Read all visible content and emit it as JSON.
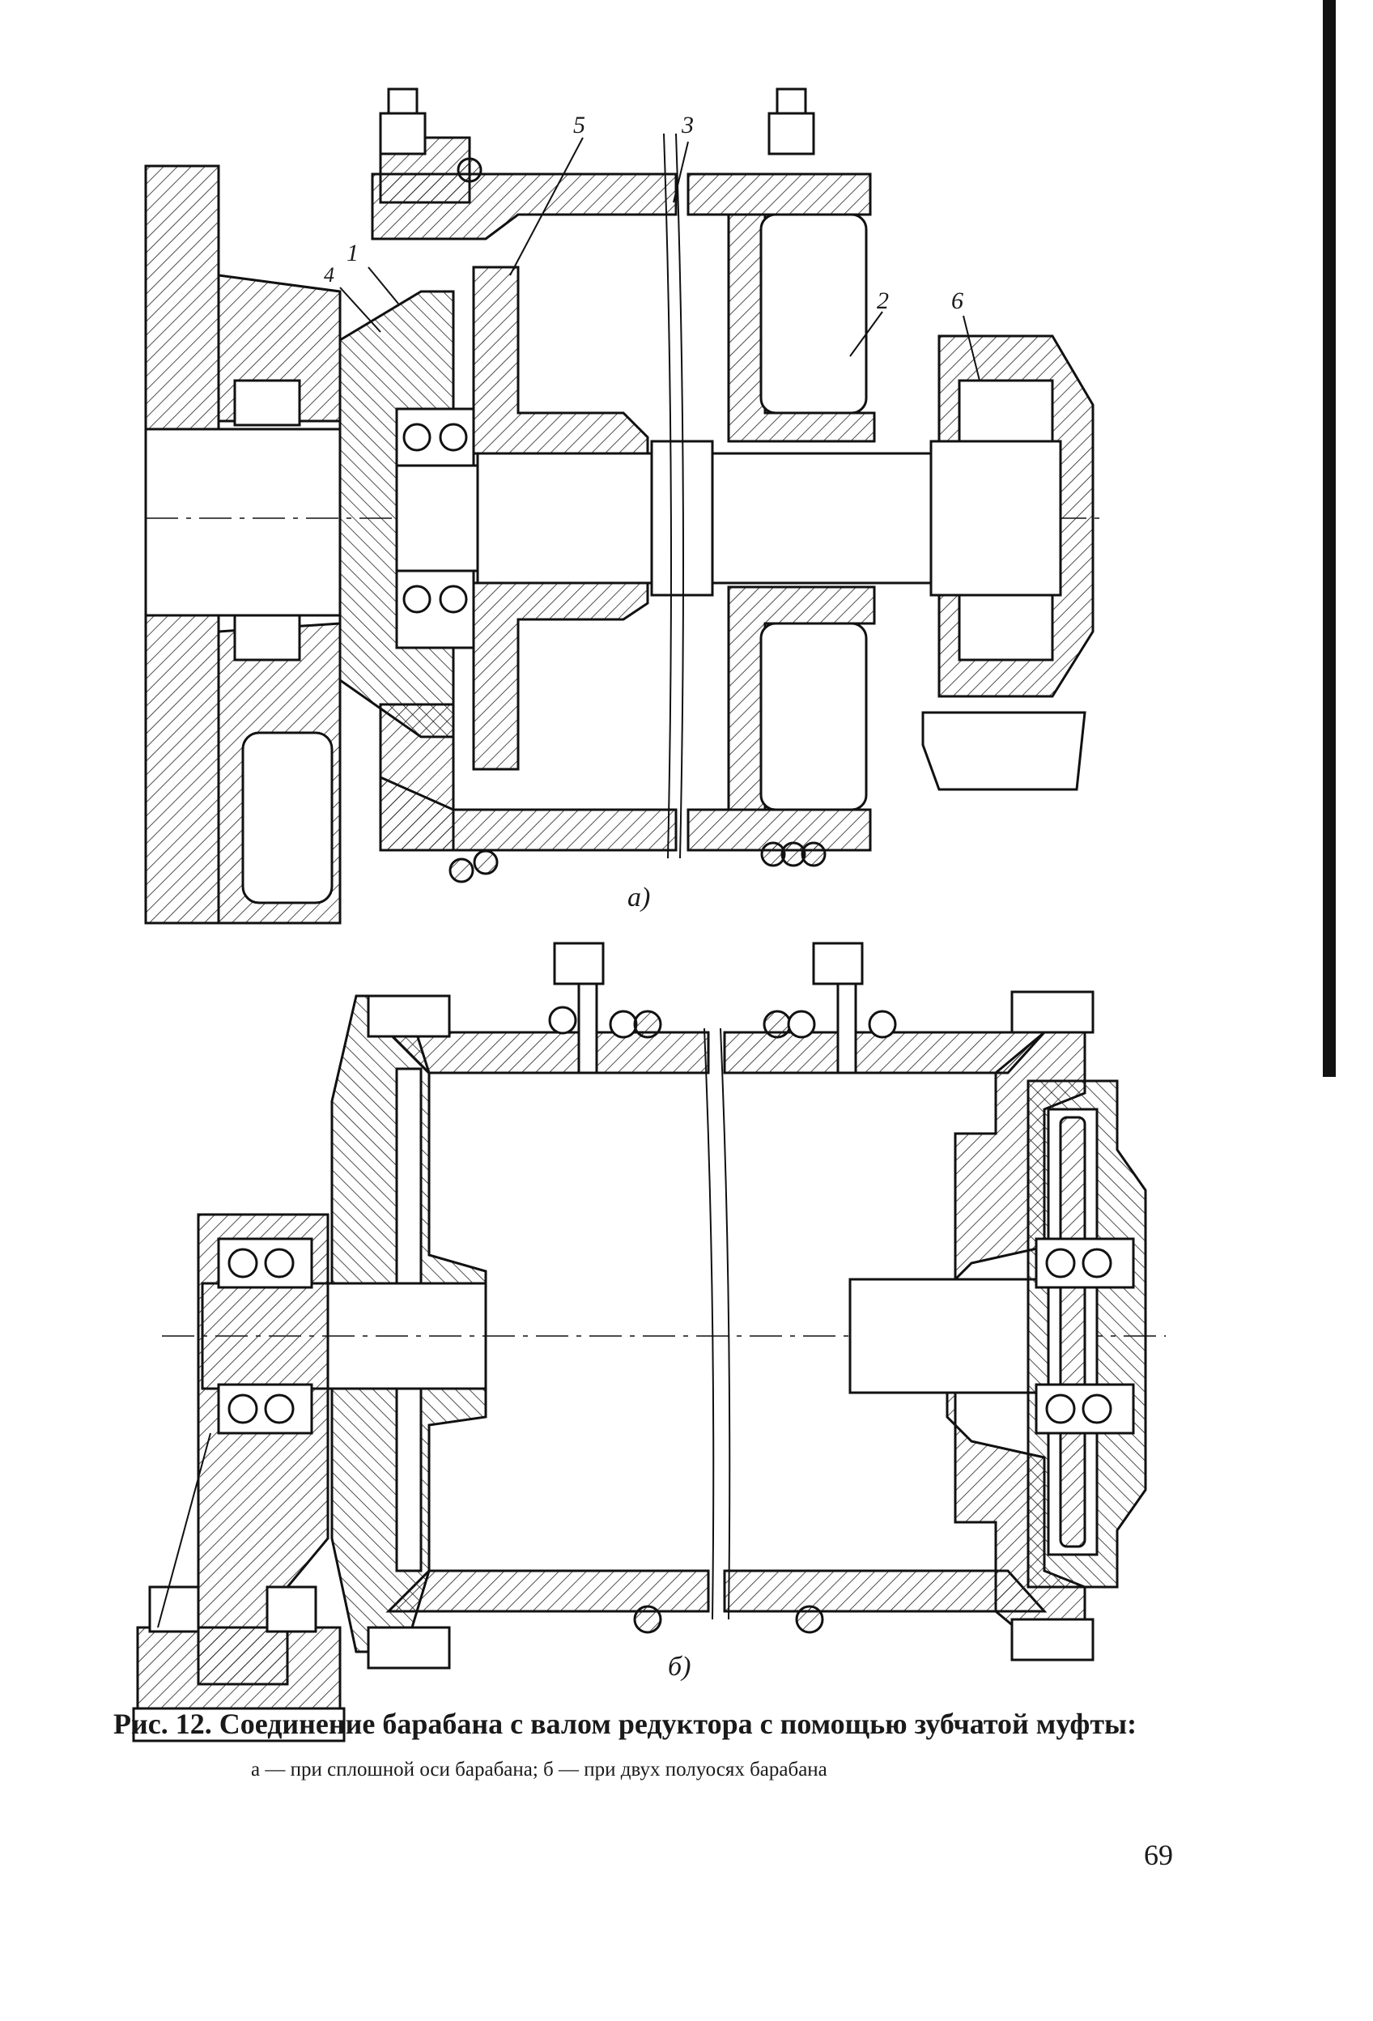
{
  "figure": {
    "subfig_a": {
      "label": "a)",
      "callouts": [
        "1",
        "4",
        "5",
        "3",
        "2",
        "6"
      ]
    },
    "subfig_b": {
      "label": "б)"
    }
  },
  "caption": {
    "title": "Рис. 12. Соединение барабана с валом редуктора с помощью зубчатой муфты:",
    "subtitle": "а — при сплошной оси барабана; б — при двух полуосях барабана"
  },
  "page_number": "69"
}
